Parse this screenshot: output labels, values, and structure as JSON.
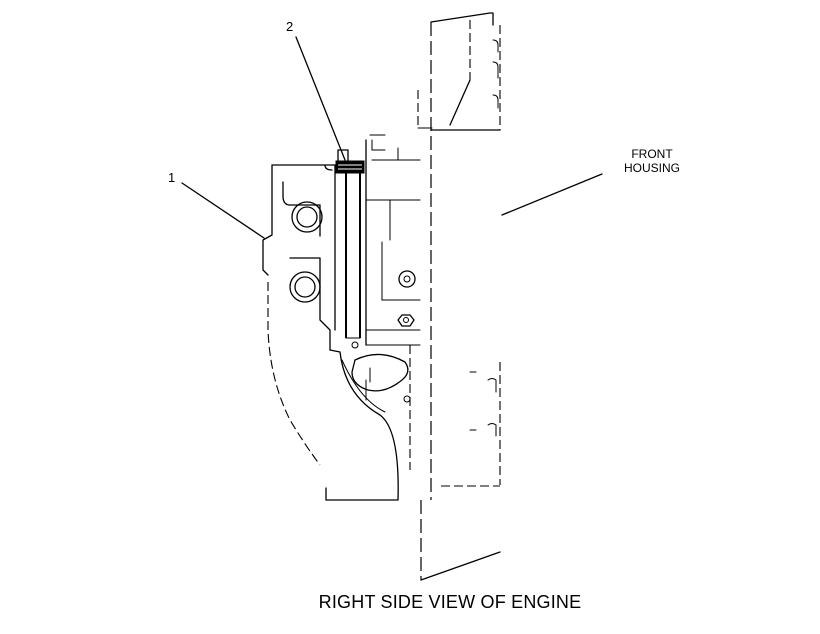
{
  "callouts": {
    "part_1": "1",
    "part_2": "2"
  },
  "labels": {
    "front_housing_line1": "FRONT",
    "front_housing_line2": "HOUSING",
    "view_caption": "RIGHT SIDE VIEW OF ENGINE"
  }
}
